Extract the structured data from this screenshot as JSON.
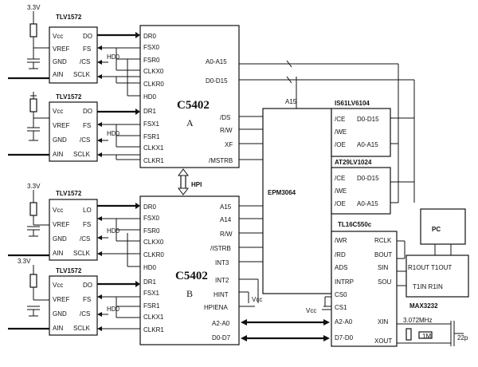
{
  "supply": {
    "v": "3.3V"
  },
  "adc": {
    "name": "TLV1572",
    "pins": {
      "vcc": "Vcc",
      "do": "DO",
      "vref": "VREF",
      "fs": "FS",
      "gnd": "GND",
      "cs": "/CS",
      "ain": "AIN",
      "sclk": "SCLK"
    },
    "do_variant": "LO"
  },
  "dsp_a": {
    "name": "C5402",
    "sub": "A",
    "left": {
      "dr0": "DR0",
      "fsx0": "FSX0",
      "fsr0": "FSR0",
      "clkx0": "CLKX0",
      "clkr0": "CLKR0",
      "hd0": "HD0",
      "dr1": "DR1",
      "fsx1": "FSX1",
      "fsr1": "FSR1",
      "clkx1": "CLKX1",
      "clkr1": "CLKR1"
    },
    "right": {
      "a": "A0-A15",
      "d": "D0-D15",
      "ds": "/DS",
      "rw": "R/W",
      "xf": "XF",
      "mstrb": "/MSTRB"
    }
  },
  "dsp_b": {
    "name": "C5402",
    "sub": "B",
    "left": {
      "dr0": "DR0",
      "fsx0": "FSX0",
      "fsr0": "FSR0",
      "clkx0": "CLKX0",
      "clkr0": "CLKR0",
      "hd0": "HD0",
      "dr1": "DR1",
      "fsx1": "FSX1",
      "fsr1": "FSR1",
      "clkx1": "CLKX1",
      "clkr1": "CLKR1"
    },
    "right": {
      "a15": "A15",
      "a14": "A14",
      "rw": "R/W",
      "istrb": "/ISTRB",
      "int3": "INT3",
      "int2": "INT2",
      "hint": "HINT",
      "hpiena": "HPIENA",
      "a2a0": "A2-A0",
      "d0d7": "D0-D7"
    }
  },
  "hd_label": "HD0",
  "hpi": "HPI",
  "cpld": {
    "name": "EPM3064",
    "a15": "A15"
  },
  "vcc_label": "Vcc",
  "flash1": {
    "name": "IS61LV6104",
    "ce": "/CE",
    "d": "D0-D15",
    "we": "/WE",
    "oe": "/OE",
    "a": "A0-A15"
  },
  "flash2": {
    "name": "AT29LV1024",
    "ce": "/CE",
    "d": "D0-D15",
    "we": "/WE",
    "oe": "/OE",
    "a": "A0-A15"
  },
  "uart": {
    "name": "TL16C550c",
    "pins": {
      "wr": "/WR",
      "rd": "/RD",
      "ads": "ADS",
      "intrp": "INTRP",
      "cs0": "CS0",
      "cs1": "CS1",
      "a2a0": "A2-A0",
      "d7d0": "D7-D0",
      "rclk": "RCLK",
      "bout": "BOUT",
      "sin": "SIN",
      "sou": "SOU",
      "xin": "XIN",
      "xout": "XOUT"
    }
  },
  "pc": "PC",
  "max": {
    "name": "MAX3232",
    "r1": "R1OUT T1OUT",
    "r2": "T1IN R1IN"
  },
  "crystal": {
    "freq": "3.072MHz",
    "r": "1M",
    "c": "22p"
  }
}
